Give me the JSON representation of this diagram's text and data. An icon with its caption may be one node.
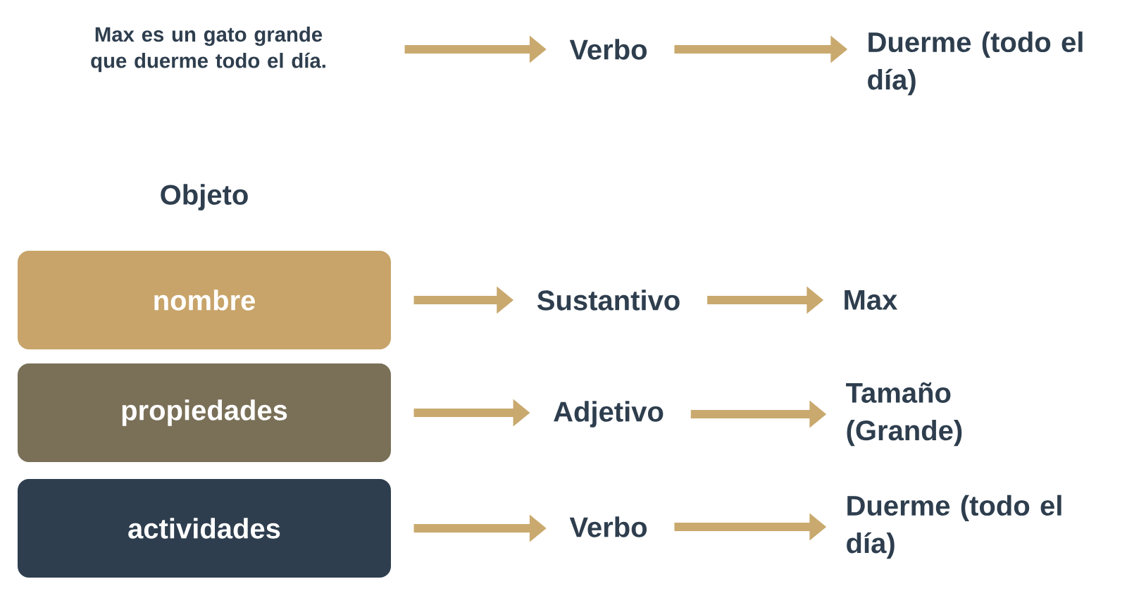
{
  "diagram": {
    "nodes": [
      {
        "text": [
          "Max es un gato grande que duerme todo el día."
        ]
      },
      {
        "text": [
          "Verbo"
        ]
      },
      {
        "text": [
          "Duerme (todo el día)"
        ]
      },
      {
        "text": [
          "nombre"
        ]
      },
      {
        "text": [
          "Sustantivo"
        ]
      },
      {
        "text": [
          "Max"
        ]
      },
      {
        "text": [
          "propiedades"
        ]
      },
      {
        "text": [
          "Adjetivo"
        ]
      },
      {
        "text": [
          "Tamaño (Grande)"
        ]
      },
      {
        "text": [
          "actividades"
        ]
      },
      {
        "text": [
          "Verbo"
        ]
      },
      {
        "text": [
          "Duerme (todo el día)"
        ]
      }
    ],
    "edges": [
      {
        "from": 0,
        "to": 1,
        "arrow": "to"
      },
      {
        "from": 1,
        "to": 2,
        "arrow": "to"
      },
      {
        "from": 3,
        "to": 4,
        "arrow": "to"
      },
      {
        "from": 4,
        "to": 5,
        "arrow": "to"
      },
      {
        "from": 6,
        "to": 7,
        "arrow": "to"
      },
      {
        "from": 7,
        "to": 8,
        "arrow": "to"
      },
      {
        "from": 9,
        "to": 10,
        "arrow": "to"
      },
      {
        "from": 10,
        "to": 11,
        "arrow": "to"
      }
    ],
    "labels": [
      "Objeto"
    ]
  }
}
